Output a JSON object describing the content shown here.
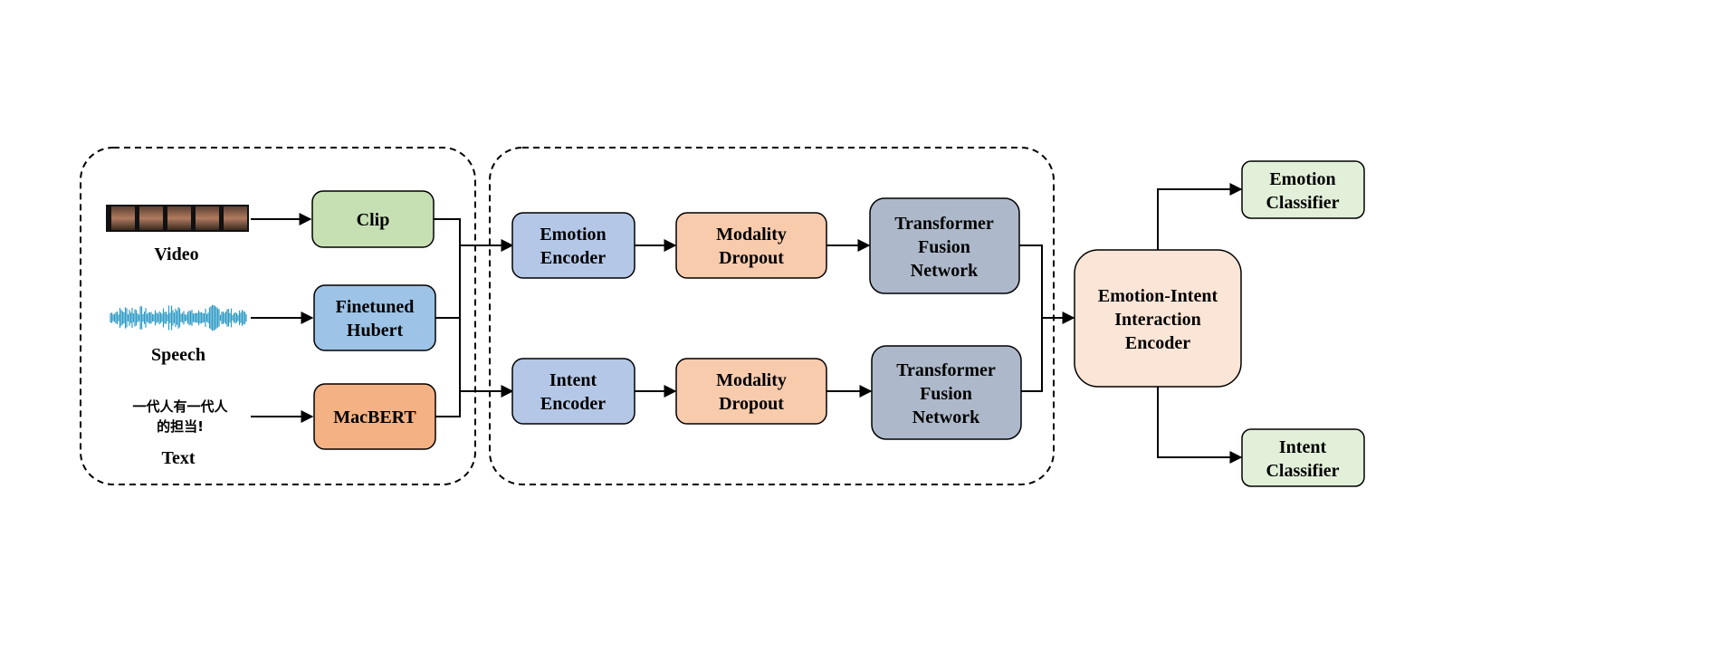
{
  "inputs": {
    "video_label": "Video",
    "speech_label": "Speech",
    "text_label": "Text",
    "text_sample_line1": "一代人有一代人",
    "text_sample_line2": "的担当!"
  },
  "feature_extractors": {
    "clip": "Clip",
    "hubert": [
      "Finetuned",
      "Hubert"
    ],
    "macbert": "MacBERT"
  },
  "emotion_branch": {
    "encoder": [
      "Emotion",
      "Encoder"
    ],
    "dropout": [
      "Modality",
      "Dropout"
    ],
    "fusion": [
      "Transformer",
      "Fusion",
      "Network"
    ]
  },
  "intent_branch": {
    "encoder": [
      "Intent",
      "Encoder"
    ],
    "dropout": [
      "Modality",
      "Dropout"
    ],
    "fusion": [
      "Transformer",
      "Fusion",
      "Network"
    ]
  },
  "interaction": [
    "Emotion-Intent",
    "Interaction",
    "Encoder"
  ],
  "classifiers": {
    "emotion": [
      "Emotion",
      "Classifier"
    ],
    "intent": [
      "Intent",
      "Classifier"
    ]
  },
  "colors": {
    "clip_fill": "#c6e0b4",
    "hubert_fill": "#9dc3e6",
    "macbert_fill": "#f4b183",
    "encoder_fill": "#b4c7e7",
    "dropout_fill": "#f8cbad",
    "fusion_fill": "#adb9ca",
    "interaction_fill": "#fbe5d6",
    "classifier_fill": "#e2f0d9",
    "waveform": "#2e9bc6"
  }
}
